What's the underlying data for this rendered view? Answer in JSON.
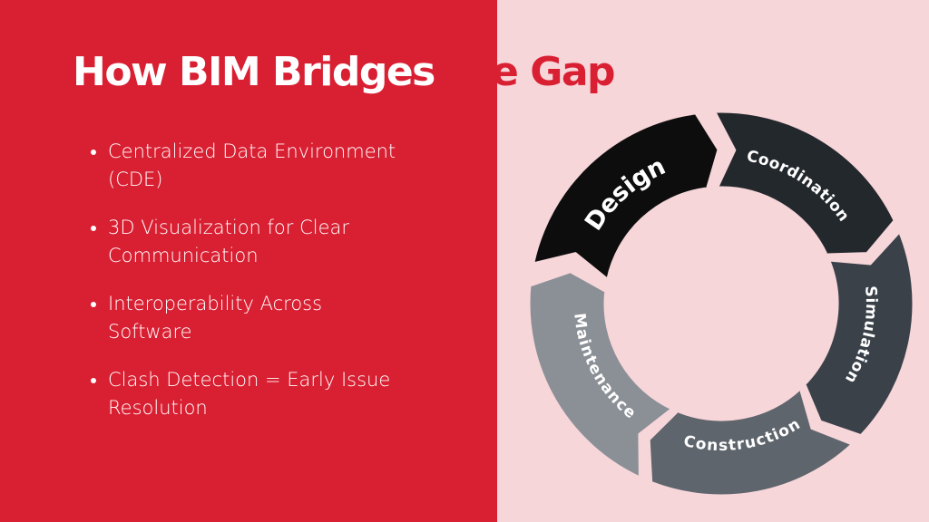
{
  "title": {
    "part1": "How BIM Bridges ",
    "part2": "the Gap"
  },
  "bullets": [
    {
      "line1": "Centralized Data Environment",
      "line2": "(CDE)"
    },
    {
      "line1": "3D Visualization for Clear",
      "line2": "Communication"
    },
    {
      "line1": "Interoperability Across",
      "line2": "Software"
    },
    {
      "line1": "Clash Detection = Early Issue",
      "line2": "Resolution"
    }
  ],
  "cycle": {
    "stages": [
      {
        "label": "Design",
        "color": "#0d0d0d"
      },
      {
        "label": "Coordination",
        "color": "#23282d"
      },
      {
        "label": "Simulation",
        "color": "#3a4149"
      },
      {
        "label": "Construction",
        "color": "#5e656c"
      },
      {
        "label": "Maintenance",
        "color": "#8b9096"
      }
    ]
  },
  "colors": {
    "left_bg": "#d91f32",
    "right_bg": "#f7d6da",
    "text": "#ffffff"
  }
}
